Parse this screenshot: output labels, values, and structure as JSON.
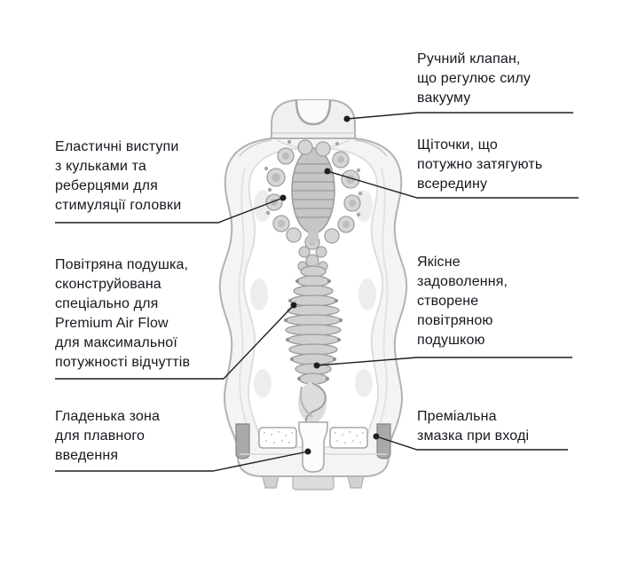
{
  "page": {
    "background": "#ffffff",
    "text_color": "#17171f",
    "leader_color": "#1f1f1f",
    "illustration_outline": "#b2b2b2",
    "illustration_fill": "#f4f4f4"
  },
  "illustration": {
    "subject": "product-cross-section-cup-with-textured-inner-sleeve"
  },
  "annotations": {
    "left": [
      {
        "id": "elastic-protrusions",
        "text": "Еластичні виступи\nз кульками та\nреберцями для\nстимуляції головки"
      },
      {
        "id": "air-cushion",
        "text": "Повітряна подушка,\nсконструйована\nспеціально для\nPremium Air Flow\nдля максимальної\nпотужності відчуттів"
      },
      {
        "id": "smooth-zone",
        "text": "Гладенька зона\nдля плавного\nвведення"
      }
    ],
    "right": [
      {
        "id": "manual-valve",
        "text": "Ручний клапан,\nщо регулює силу\nвакууму"
      },
      {
        "id": "brushes",
        "text": "Щіточки, що\nпотужно затягують\nвсередину"
      },
      {
        "id": "quality-pleasure",
        "text": "Якісне\nзадоволення,\nстворене\nповітряною\nподушкою"
      },
      {
        "id": "premium-lube",
        "text": "Преміальна\nзмазка при вході"
      }
    ]
  }
}
